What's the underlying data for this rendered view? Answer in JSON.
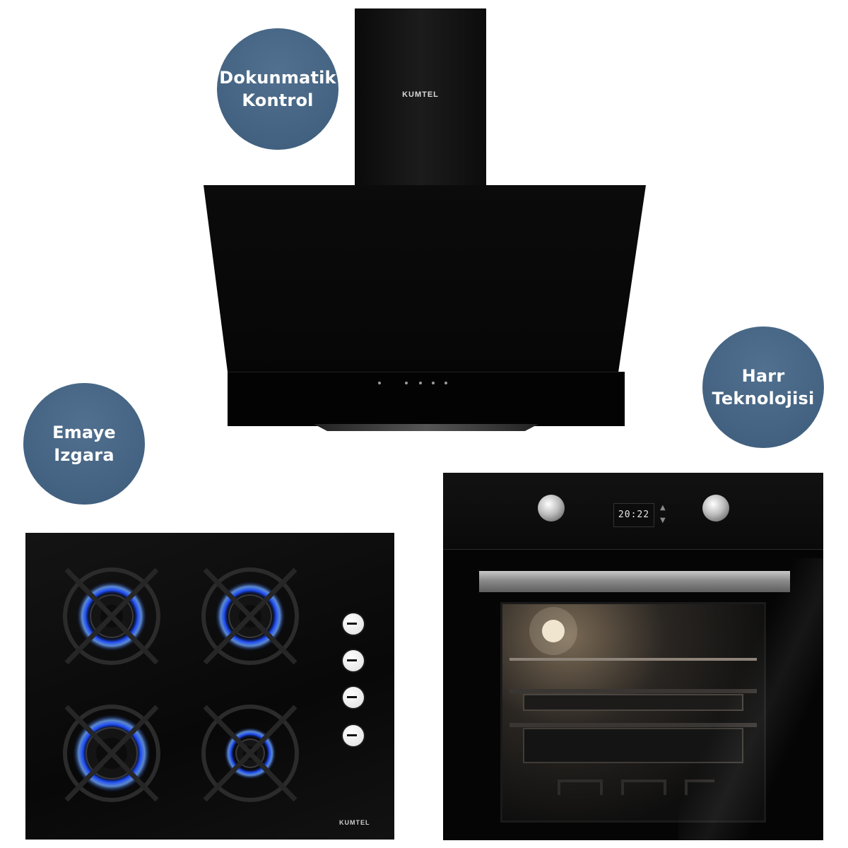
{
  "badges": {
    "touch_control": {
      "line1": "Dokunmatik",
      "line2": "Kontrol"
    },
    "hot_air": {
      "line1": "Harr",
      "line2": "Teknolojisi"
    },
    "enamel_grill": {
      "line1": "Emaye",
      "line2": "Izgara"
    }
  },
  "products": {
    "hood": {
      "brand": "KUMTEL"
    },
    "hob": {
      "brand": "KUMTEL"
    },
    "oven": {
      "display": "20:22"
    }
  },
  "colors": {
    "badge_blue": "#45647f",
    "flame_blue": "#2f6fff",
    "appliance_black": "#0a0a0a",
    "background": "#ffffff"
  }
}
